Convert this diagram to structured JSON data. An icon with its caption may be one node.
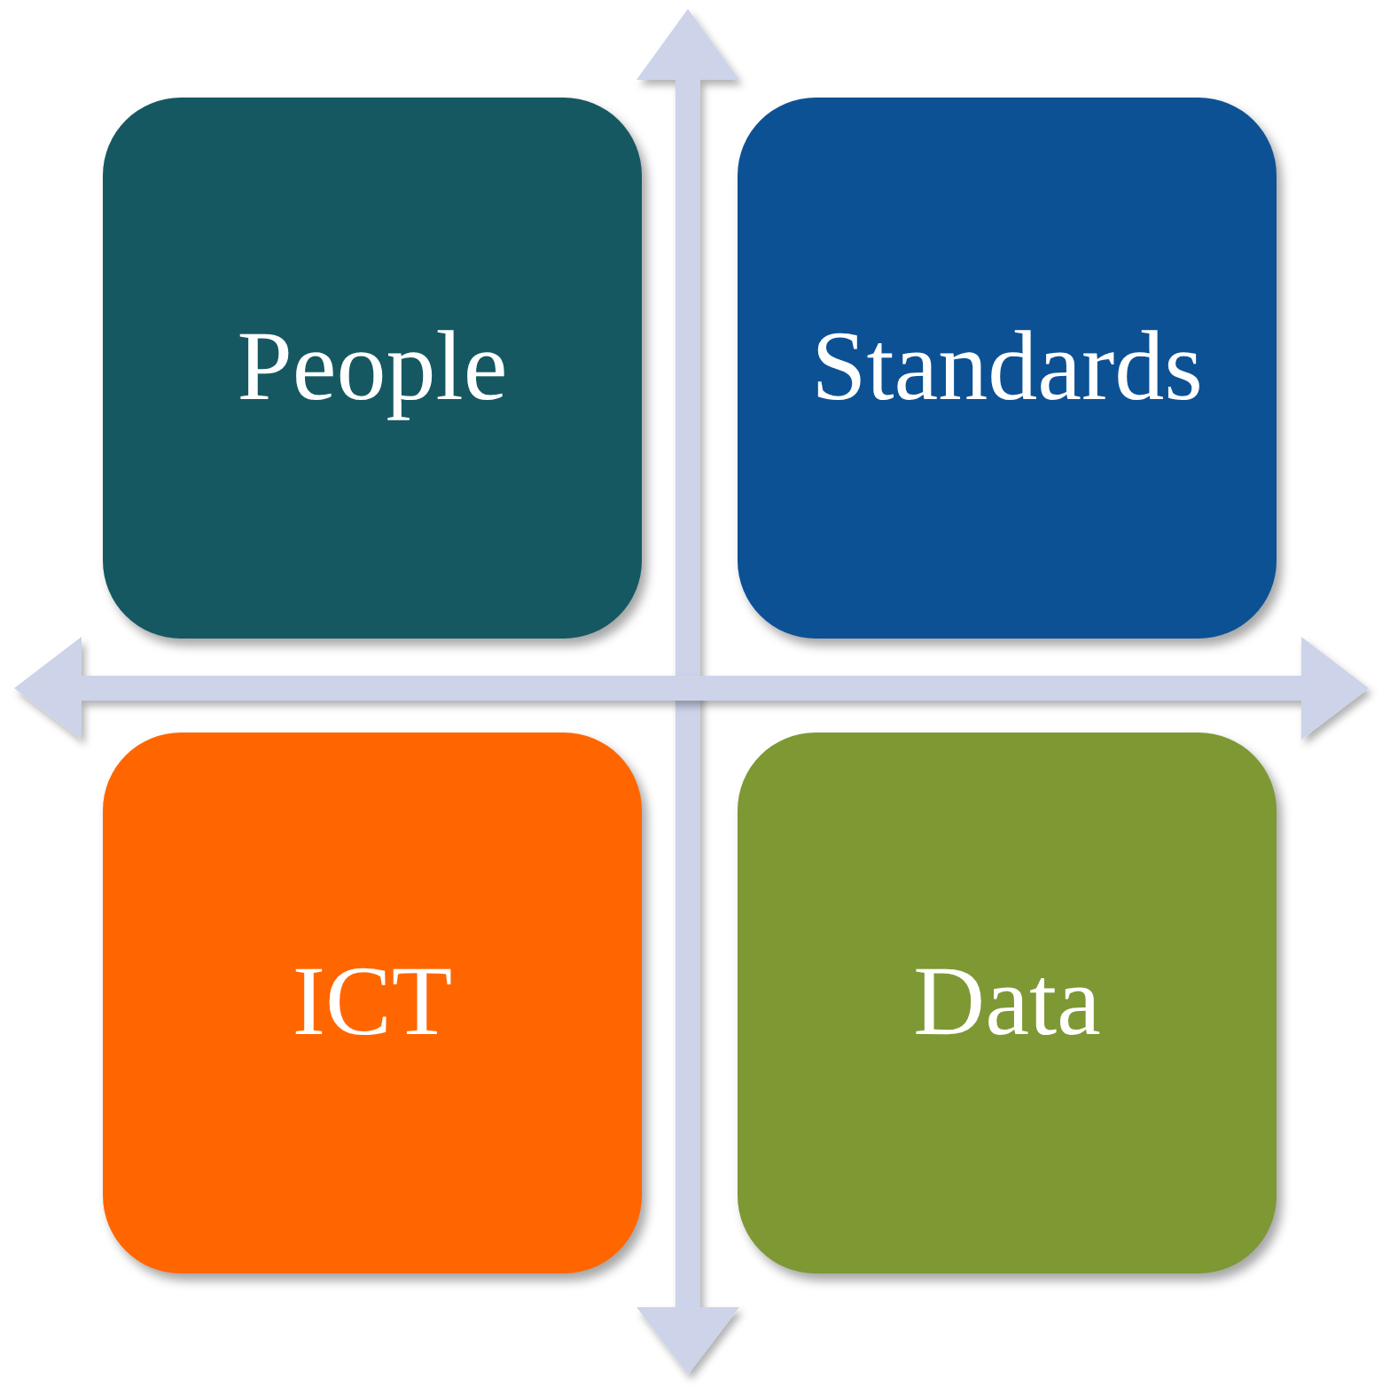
{
  "diagram": {
    "nodes": [
      {
        "text": [
          "People"
        ]
      },
      {
        "text": [
          "Standards"
        ]
      },
      {
        "text": [
          "ICT"
        ]
      },
      {
        "text": [
          "Data"
        ]
      }
    ]
  }
}
